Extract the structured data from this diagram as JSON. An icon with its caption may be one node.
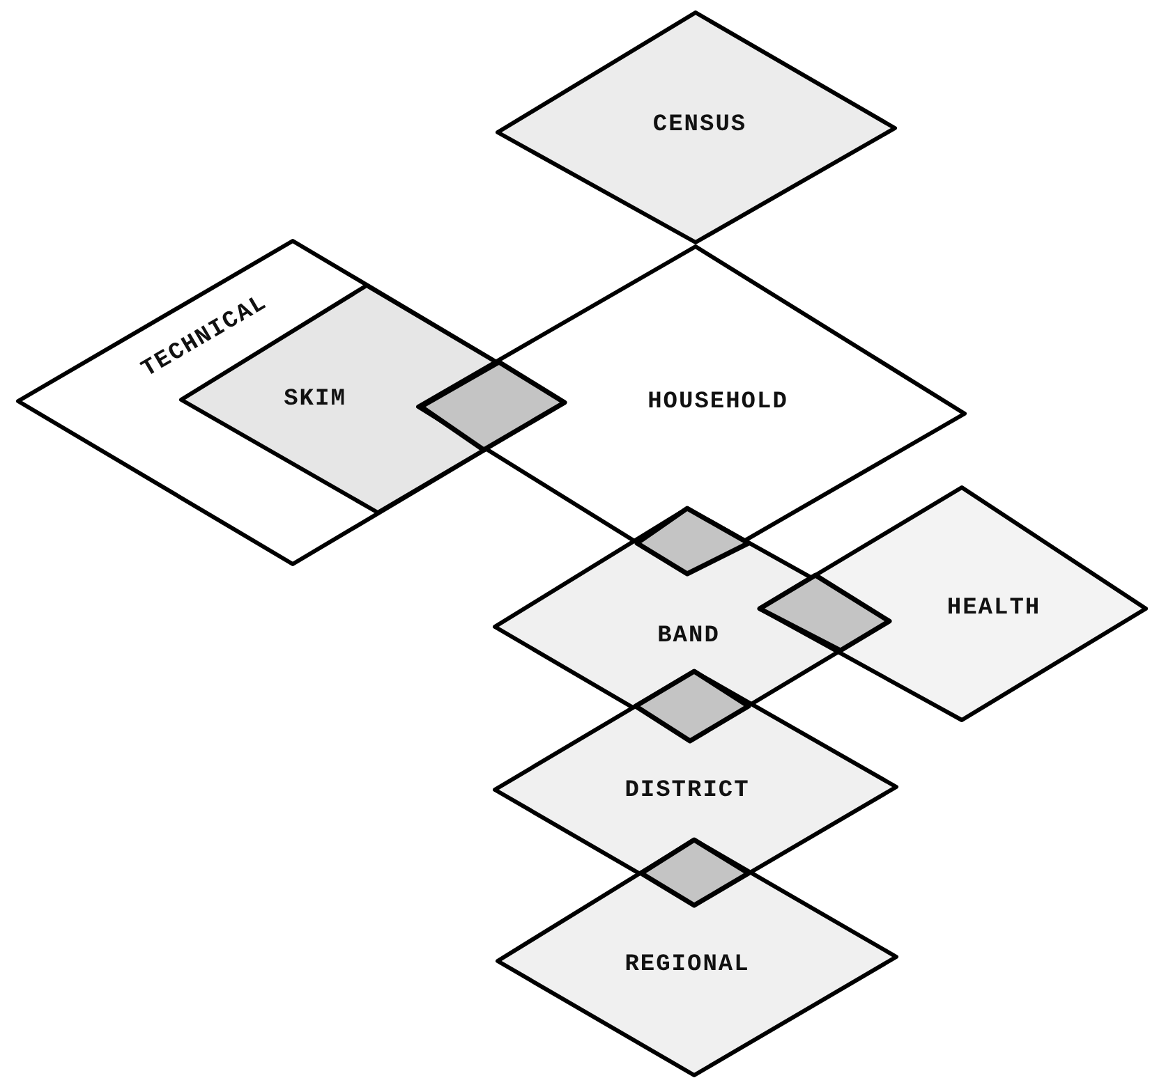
{
  "diagram": {
    "nodes": [
      {
        "text": [
          "CENSUS"
        ]
      },
      {
        "text": [
          "TECHNICAL"
        ]
      },
      {
        "text": [
          "SKIM"
        ],
        "in": 1
      },
      {
        "text": [
          "HOUSEHOLD"
        ]
      },
      {
        "text": [
          "BAND"
        ]
      },
      {
        "text": [
          "HEALTH"
        ]
      },
      {
        "text": [
          "DISTRICT"
        ]
      },
      {
        "text": [
          "REGIONAL"
        ]
      },
      {
        "text": [],
        "shape": "diamond"
      },
      {
        "text": [],
        "shape": "diamond"
      },
      {
        "text": [],
        "shape": "diamond"
      },
      {
        "text": [],
        "shape": "diamond"
      },
      {
        "text": [],
        "shape": "diamond"
      }
    ]
  }
}
